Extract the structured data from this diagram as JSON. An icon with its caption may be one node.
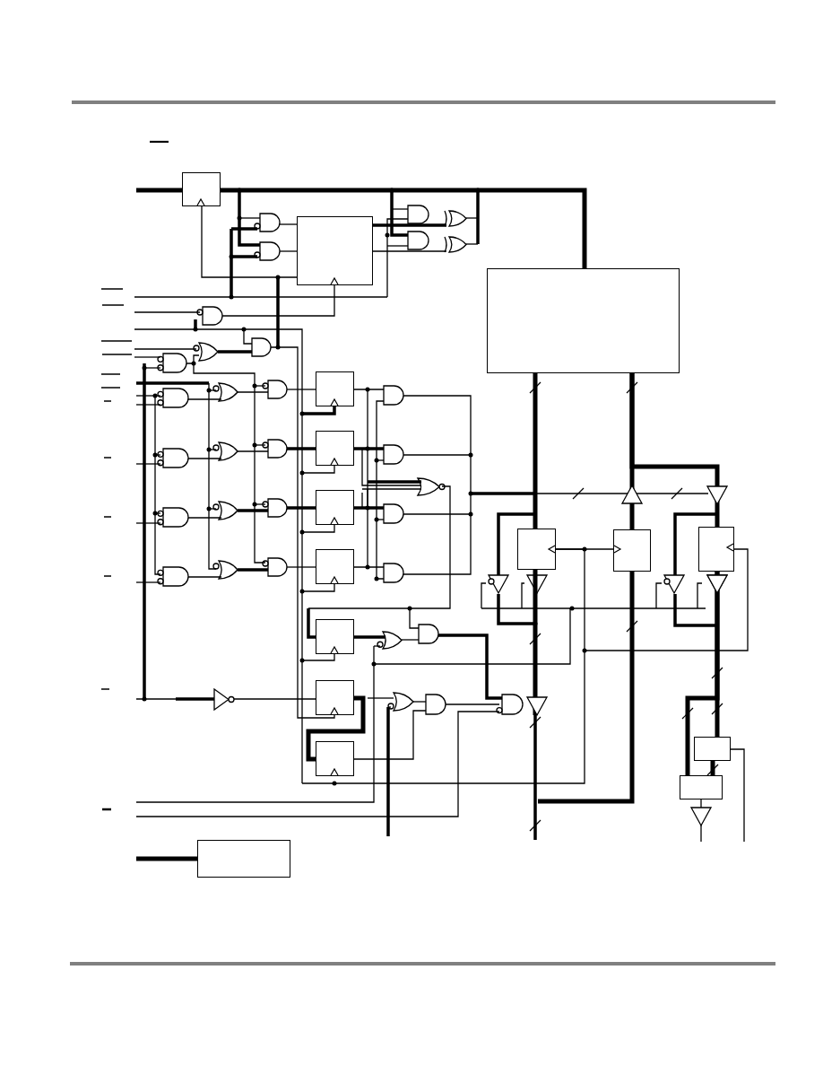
{
  "diagram": {
    "nodes": [
      {
        "text": [],
        "shape": "box"
      },
      {
        "text": [],
        "shape": "box"
      },
      {
        "text": [],
        "shape": "box"
      },
      {
        "text": [],
        "shape": "box"
      },
      {
        "text": [],
        "shape": "box"
      },
      {
        "text": [],
        "shape": "box"
      },
      {
        "text": [],
        "shape": "box"
      },
      {
        "text": [],
        "shape": "box"
      },
      {
        "text": [],
        "shape": "box"
      },
      {
        "text": [],
        "shape": "box"
      },
      {
        "text": [],
        "shape": "box"
      },
      {
        "text": [],
        "shape": "box"
      },
      {
        "text": [],
        "shape": "box"
      },
      {
        "text": [],
        "shape": "box"
      },
      {
        "text": [],
        "shape": "box"
      },
      {
        "text": [],
        "shape": "box"
      }
    ],
    "edges": [
      {
        "from": null,
        "to": 0,
        "arrow": "none"
      },
      {
        "from": 0,
        "to": 2,
        "arrow": "none"
      },
      {
        "from": 1,
        "to": 0,
        "arrow": "none"
      },
      {
        "from": 2,
        "to": 10,
        "arrow": "none"
      },
      {
        "from": 11,
        "to": 2,
        "arrow": "to"
      },
      {
        "from": 2,
        "to": 12,
        "arrow": "to"
      },
      {
        "from": 10,
        "to": 11,
        "arrow": "none"
      },
      {
        "from": 12,
        "to": 13,
        "arrow": "to"
      },
      {
        "from": 13,
        "to": 14,
        "arrow": "none"
      },
      {
        "from": null,
        "to": 15,
        "arrow": "none"
      },
      {
        "from": 10,
        "to": null,
        "arrow": "to"
      },
      {
        "from": 14,
        "to": null,
        "arrow": "to"
      },
      {
        "from": 10,
        "to": 12,
        "arrow": "none"
      },
      {
        "from": 11,
        "to": null,
        "arrow": "none"
      },
      {
        "from": 12,
        "to": 14,
        "arrow": "to"
      },
      {
        "from": 8,
        "to": 9,
        "arrow": "none"
      }
    ]
  }
}
